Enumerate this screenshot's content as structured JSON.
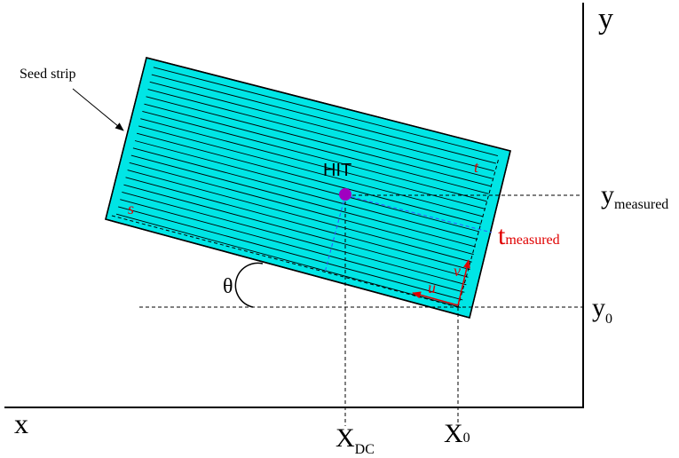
{
  "colors": {
    "strip_fill": "#00e5e5",
    "line": "#000000",
    "hit": "#a000c0",
    "accent": "#e00000"
  },
  "labels": {
    "y_axis": "y",
    "x_axis": "x",
    "seed_strip": "Seed strip",
    "hit": "HIT",
    "theta": "θ",
    "y_measured_main": "y",
    "y_measured_sub": "measured",
    "t_measured_main": "t",
    "t_measured_sub": "measured",
    "y0_main": "y",
    "y0_sub": "0",
    "xdc_main": "X",
    "xdc_sub": "DC",
    "x0_main": "X",
    "x0_sub": "0",
    "s": "s",
    "t": "t",
    "u": "u",
    "v": "v"
  }
}
